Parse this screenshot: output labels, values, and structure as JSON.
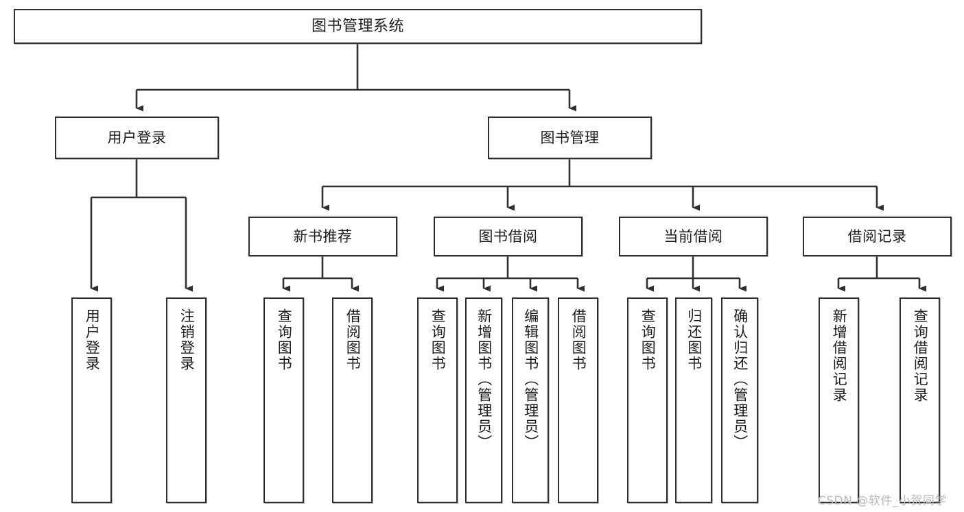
{
  "diagram": {
    "title": "图书管理系统",
    "type": "hierarchy-tree",
    "levels": 4,
    "colors": {
      "box_border": "#2f2f2f",
      "box_fill": "#ffffff",
      "connector": "#2f2f2f",
      "text": "#1c1c1c",
      "watermark": "#b9b9b9"
    },
    "nodes": {
      "root": {
        "label": "图书管理系统"
      },
      "level2": [
        {
          "id": "user-login",
          "label": "用户登录"
        },
        {
          "id": "book-manage",
          "label": "图书管理"
        }
      ],
      "level3": [
        {
          "id": "new-book-recommend",
          "label": "新书推荐"
        },
        {
          "id": "book-borrow",
          "label": "图书借阅"
        },
        {
          "id": "current-borrow",
          "label": "当前借阅"
        },
        {
          "id": "borrow-record",
          "label": "借阅记录"
        }
      ],
      "leaves": {
        "user-login": [
          {
            "id": "leaf-user-login",
            "label": "用户登录"
          },
          {
            "id": "leaf-logout",
            "label": "注销登录"
          }
        ],
        "new-book-recommend": [
          {
            "id": "leaf-query-book-1",
            "label": "查询图书"
          },
          {
            "id": "leaf-borrow-book-1",
            "label": "借阅图书"
          }
        ],
        "book-borrow": [
          {
            "id": "leaf-query-book-2",
            "label": "查询图书"
          },
          {
            "id": "leaf-add-book",
            "label": "新增图书（管理员）"
          },
          {
            "id": "leaf-edit-book",
            "label": "编辑图书（管理员）"
          },
          {
            "id": "leaf-borrow-book-2",
            "label": "借阅图书"
          }
        ],
        "current-borrow": [
          {
            "id": "leaf-query-book-3",
            "label": "查询图书"
          },
          {
            "id": "leaf-return-book",
            "label": "归还图书"
          },
          {
            "id": "leaf-confirm-return",
            "label": "确认归还（管理员）"
          }
        ],
        "borrow-record": [
          {
            "id": "leaf-add-record",
            "label": "新增借阅记录"
          },
          {
            "id": "leaf-query-record",
            "label": "查询借阅记录"
          }
        ]
      }
    },
    "watermark": "CSDN @软件_小贺同学"
  }
}
